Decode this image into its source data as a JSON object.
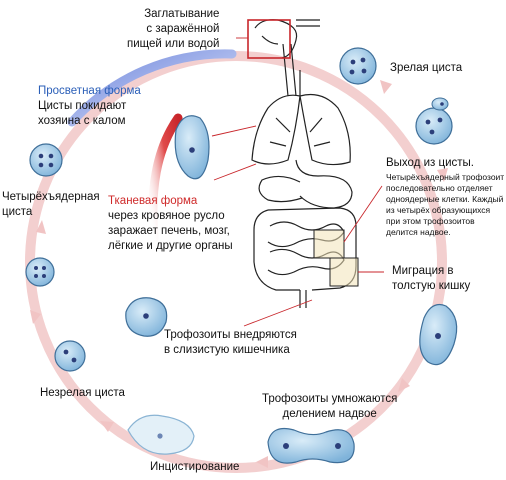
{
  "labels": {
    "ingestion": [
      "Заглатывание",
      "с заражённой",
      "пищей или водой"
    ],
    "mature_cyst": "Зрелая циста",
    "excystation_title": "Выход из цисты.",
    "excystation_text": [
      "Четырёхъядерный трофозоит",
      "последовательно отделяет",
      "одноядерные клетки. Каждый",
      "из четырёх образующихся",
      "при этом трофозоитов",
      "делится надвое."
    ],
    "migration": [
      "Миграция в",
      "толстую кишку"
    ],
    "trophozoites_invade": [
      "Трофозоиты внедряются",
      "в слизистую кишечника"
    ],
    "trophozoites_multiply": [
      "Трофозоиты умножаются",
      "делением надвое"
    ],
    "encystation": "Инцистирование",
    "immature_cyst": "Незрелая циста",
    "four_nucleus_cyst": [
      "Четырёхъядерная",
      "циста"
    ],
    "luminal_form_title": "Просветная форма",
    "luminal_form_text": [
      "Цисты покидают",
      "хозяина с калом"
    ],
    "tissue_form_title": "Тканевая форма",
    "tissue_form_text": [
      "через кровяное русло",
      "заражает печень, мозг,",
      "лёгкие и другие органы"
    ]
  },
  "colors": {
    "cycle": "#f2c9c9",
    "luminal_arrow": "#8fa3e3",
    "tissue_arrow": "#c8262b",
    "cell_fill": "#9ec8e6",
    "cell_stroke": "#3f6f99",
    "nucleus": "#2c3f7a",
    "highlight_box": "#c8262b",
    "tan": "#f3e3b8"
  }
}
